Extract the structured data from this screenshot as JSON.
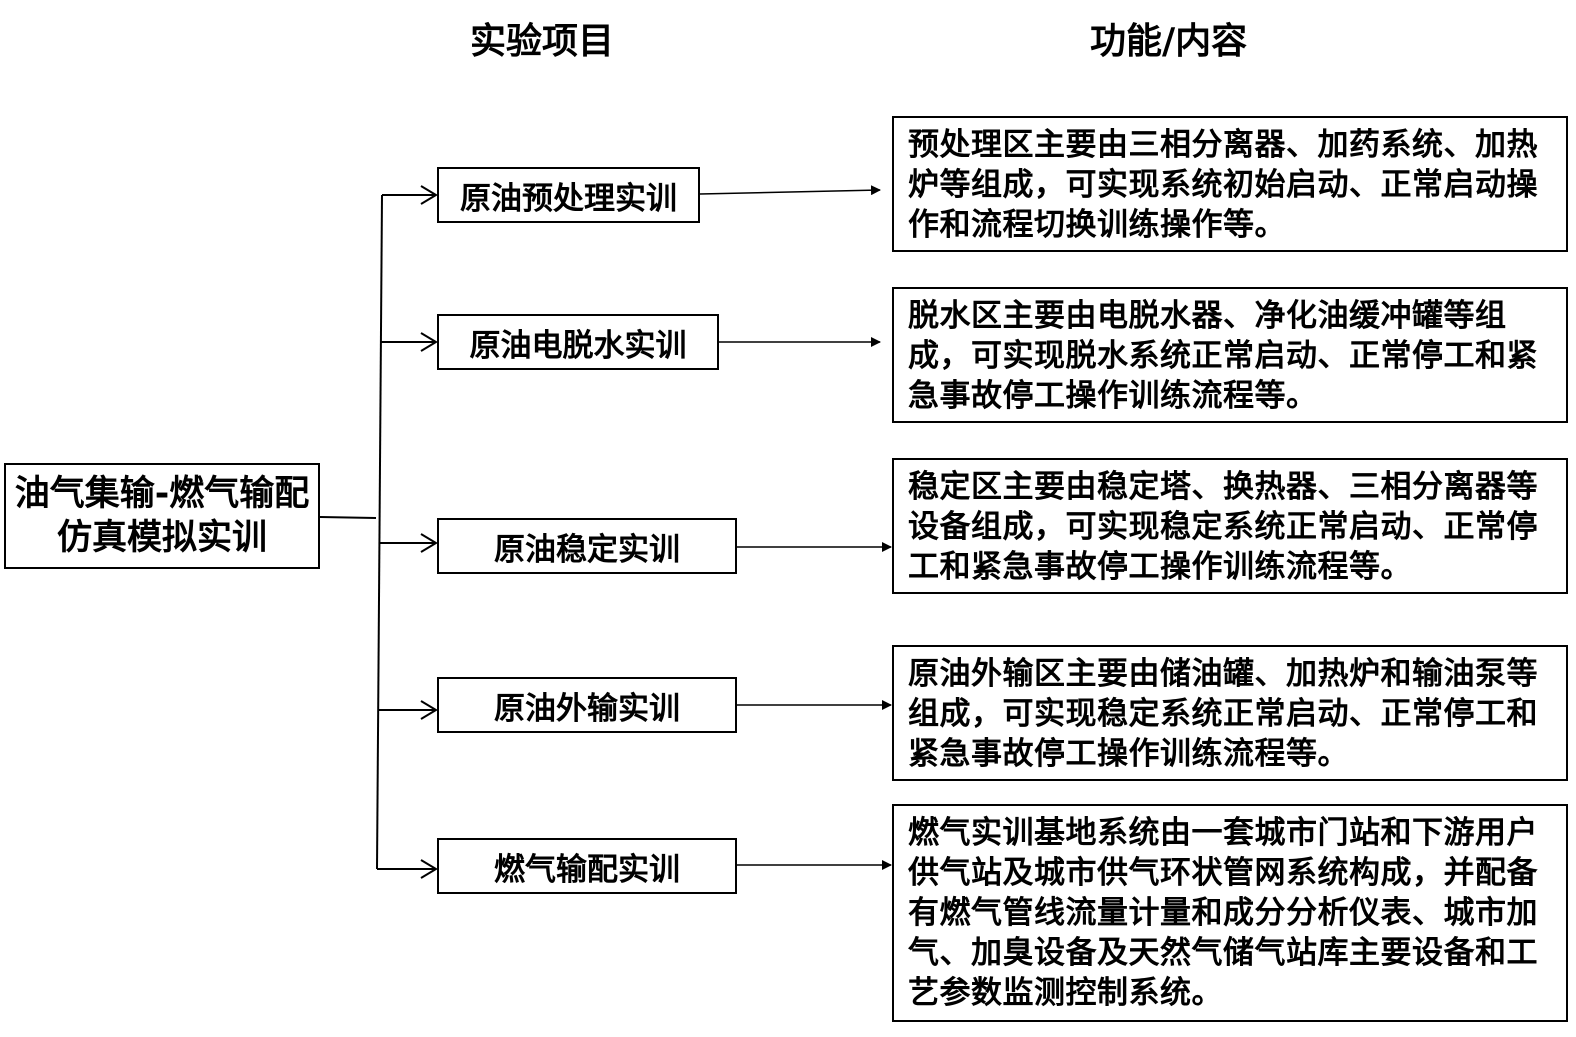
{
  "headers": {
    "items": "实验项目",
    "function": "功能/内容"
  },
  "root": {
    "label": "油气集输-燃气输配仿真模拟实训"
  },
  "items": [
    {
      "label": "原油预处理实训",
      "description": "预处理区主要由三相分离器、加药系统、加热炉等组成，可实现系统初始启动、正常启动操作和流程切换训练操作等。"
    },
    {
      "label": "原油电脱水实训",
      "description": "脱水区主要由电脱水器、净化油缓冲罐等组成，可实现脱水系统正常启动、正常停工和紧急事故停工操作训练流程等。"
    },
    {
      "label": "原油稳定实训",
      "description": "稳定区主要由稳定塔、换热器、三相分离器等设备组成，可实现稳定系统正常启动、正常停工和紧急事故停工操作训练流程等。"
    },
    {
      "label": "原油外输实训",
      "description": "原油外输区主要由储油罐、加热炉和输油泵等组成，可实现稳定系统正常启动、正常停工和紧急事故停工操作训练流程等。"
    },
    {
      "label": "燃气输配实训",
      "description": "燃气实训基地系统由一套城市门站和下游用户供气站及城市供气环状管网系统构成，并配备有燃气管线流量计量和成分分析仪表、城市加气、加臭设备及天然气储气站库主要设备和工艺参数监测控制系统。"
    }
  ],
  "colors": {
    "line": "#000000",
    "background": "#ffffff",
    "text": "#000000"
  }
}
